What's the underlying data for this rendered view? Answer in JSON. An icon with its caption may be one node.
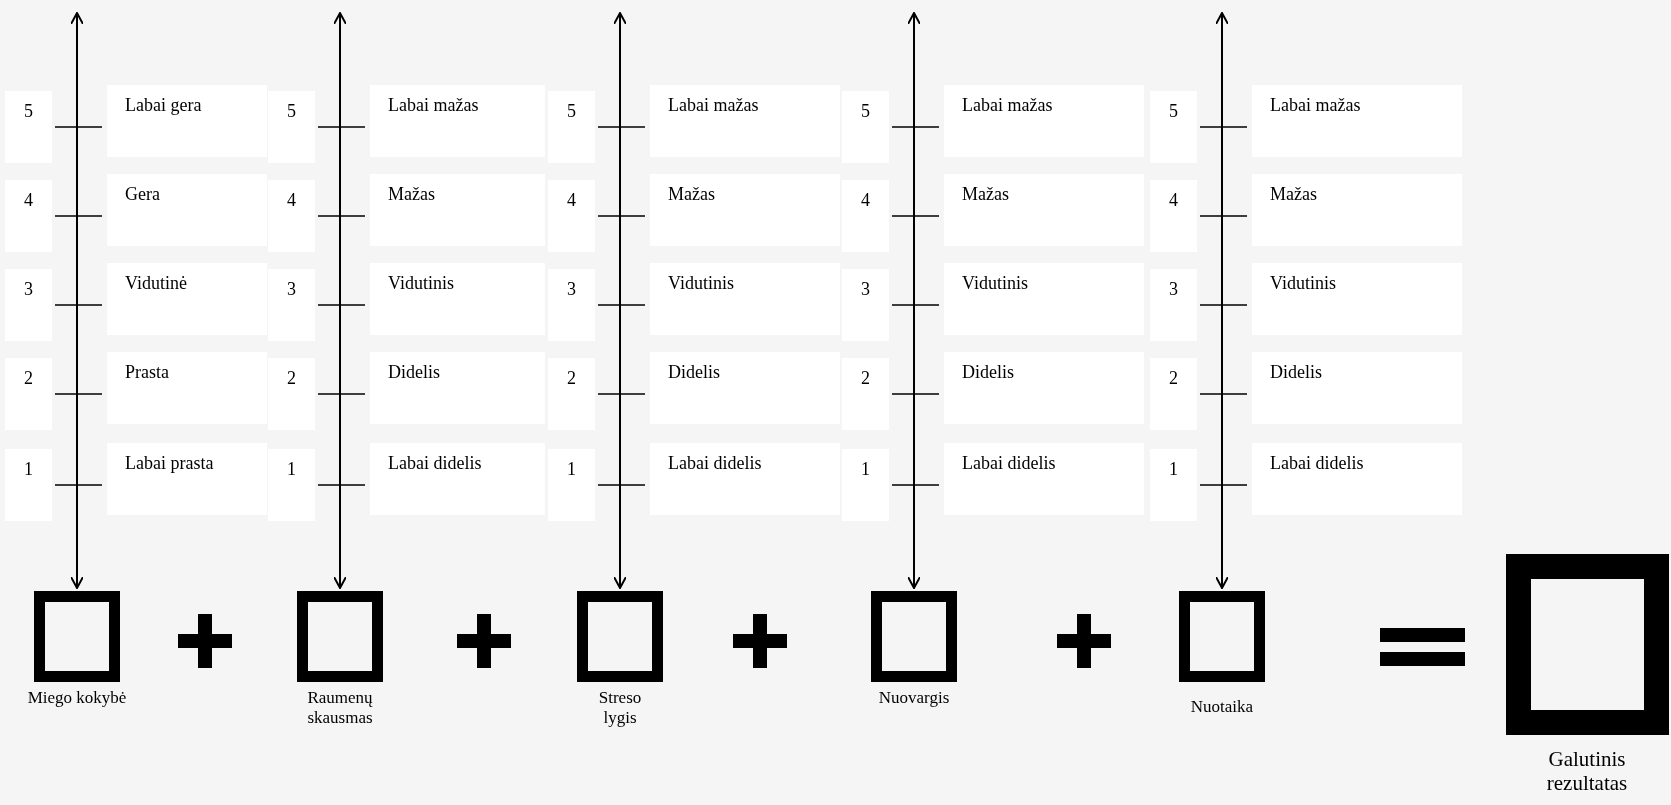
{
  "diagram": {
    "nodes": [
      {
        "text": [
          "Miego kokybė"
        ]
      },
      {
        "text": [
          "Raumenų skausmas"
        ]
      },
      {
        "text": [
          "Streso lygis"
        ]
      },
      {
        "text": [
          "Nuovargis"
        ]
      },
      {
        "text": [
          "Nuotaika"
        ]
      },
      {
        "text": [
          "Galutinis rezultatas"
        ]
      }
    ],
    "edges": [
      {
        "from": null,
        "to": 0,
        "arrow": "both"
      },
      {
        "from": null,
        "to": 1,
        "arrow": "both"
      },
      {
        "from": null,
        "to": 2,
        "arrow": "both"
      },
      {
        "from": null,
        "to": 3,
        "arrow": "both"
      },
      {
        "from": null,
        "to": 4,
        "arrow": "both"
      }
    ],
    "labels": [
      "5",
      "Labai gera",
      "4",
      "Gera",
      "3",
      "Vidutinė",
      "2",
      "Prasta",
      "1",
      "Labai prasta",
      "5",
      "Labai mažas",
      "4",
      "Mažas",
      "3",
      "Vidutinis",
      "2",
      "Didelis",
      "1",
      "Labai didelis",
      "5",
      "Labai mažas",
      "4",
      "Mažas",
      "3",
      "Vidutinis",
      "2",
      "Didelis",
      "1",
      "Labai didelis",
      "5",
      "Labai mažas",
      "4",
      "Mažas",
      "3",
      "Vidutinis",
      "2",
      "Didelis",
      "1",
      "Labai didelis",
      "5",
      "Labai mažas",
      "4",
      "Mažas",
      "3",
      "Vidutinis",
      "2",
      "Didelis",
      "1",
      "Labai didelis"
    ]
  }
}
